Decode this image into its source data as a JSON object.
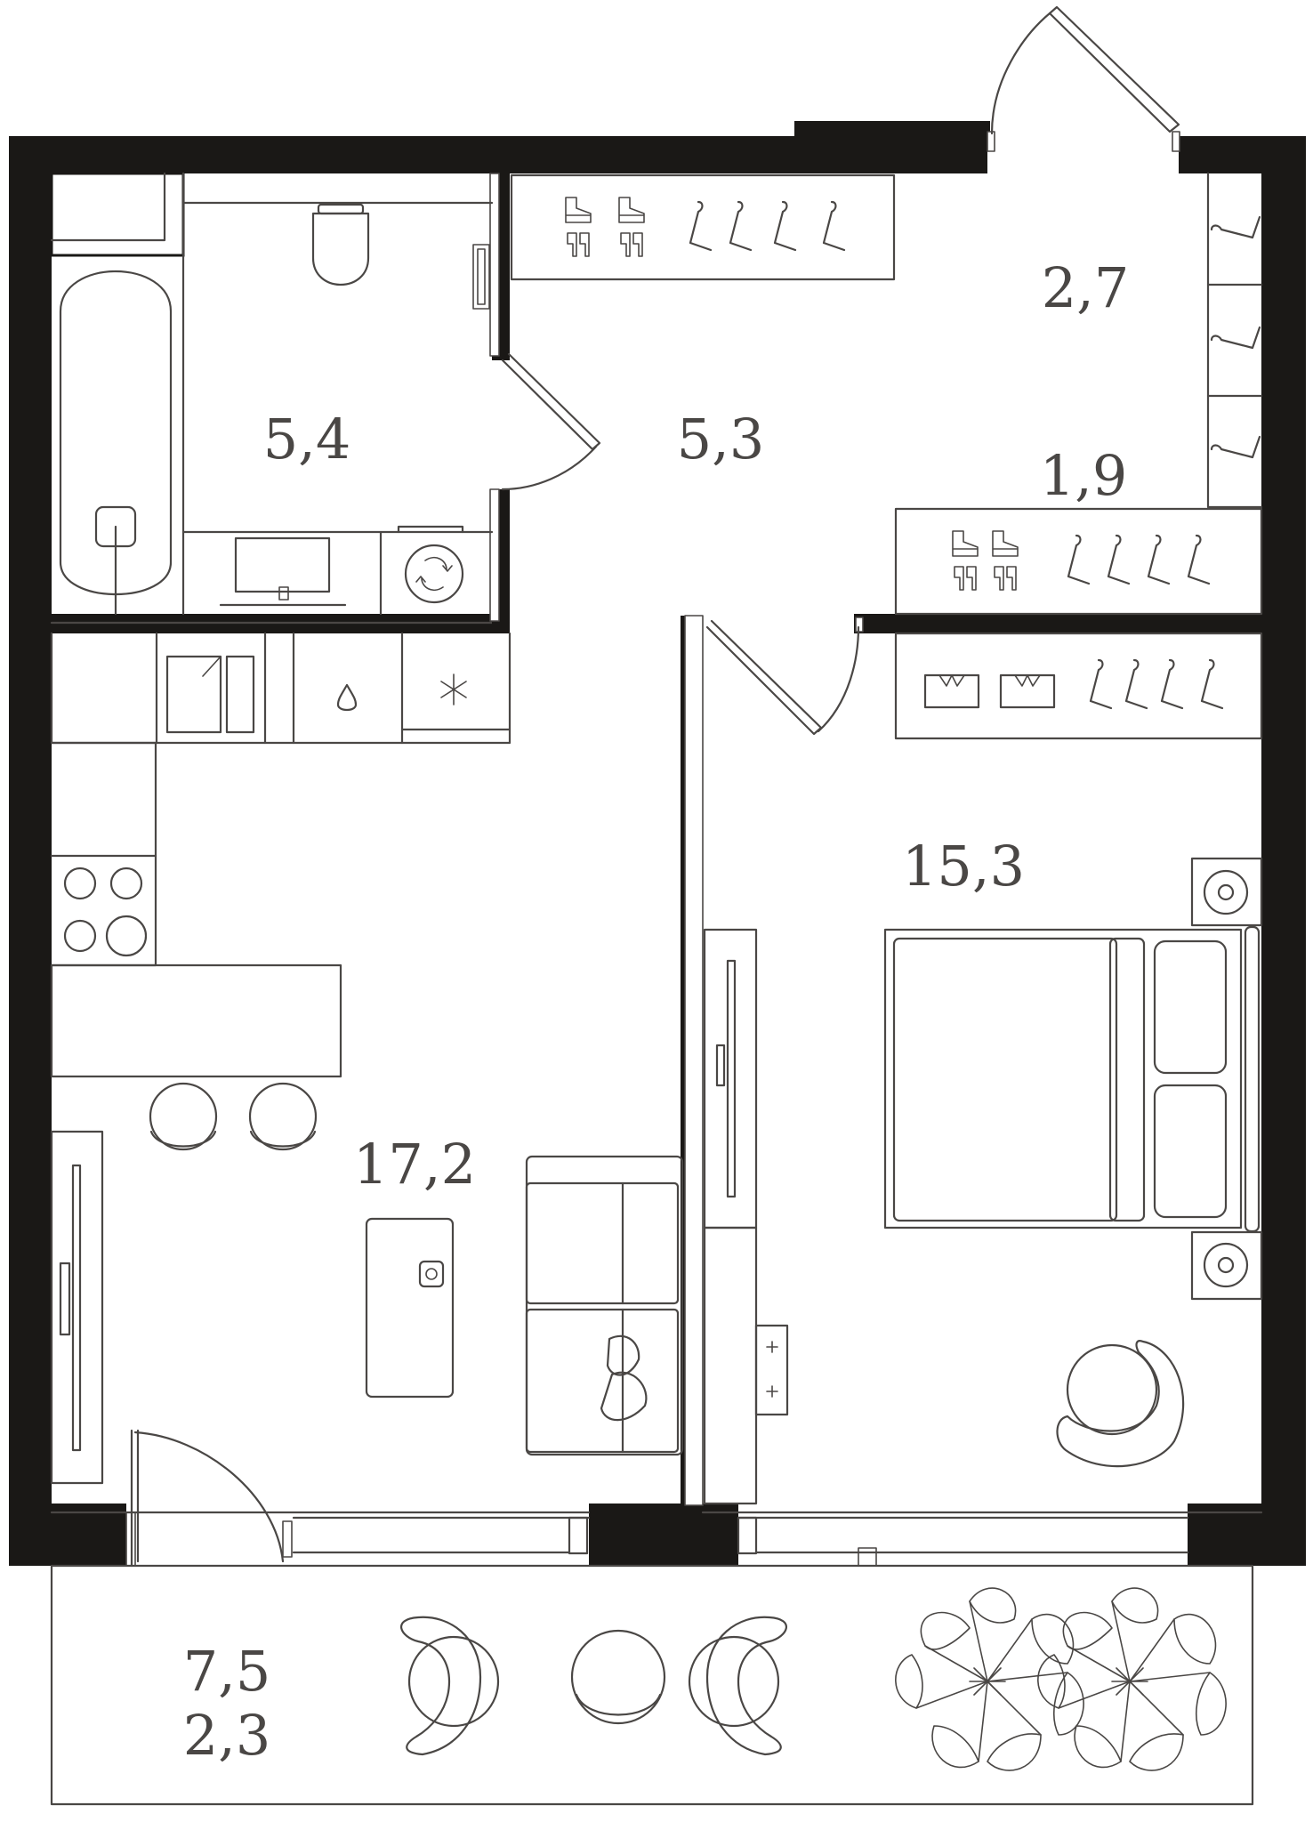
{
  "rooms": [
    {
      "id": "bathroom",
      "area": "5,4"
    },
    {
      "id": "hallway",
      "area": "5,3"
    },
    {
      "id": "storage",
      "area": "2,7"
    },
    {
      "id": "wardrobe",
      "area": "1,9"
    },
    {
      "id": "bedroom",
      "area": "15,3"
    },
    {
      "id": "living-kitchen",
      "area": "17,2"
    }
  ],
  "balcony": {
    "area": "7,5",
    "area_reduced": "2,3"
  },
  "icons": [
    "toilet-icon",
    "bathtub-icon",
    "sink-icon",
    "washing-machine-icon",
    "hanger-icon",
    "boot-icon",
    "shoe-box-icon",
    "stove-icon",
    "fridge-icon",
    "snowflake-icon",
    "water-drop-icon",
    "sofa-icon",
    "double-bed-icon",
    "armchair-icon",
    "plant-icon",
    "door-icon",
    "tv-icon",
    "socket-icon"
  ],
  "colors": {
    "wall": "#1a1816",
    "line": "#4a4745",
    "background": "#ffffff"
  }
}
